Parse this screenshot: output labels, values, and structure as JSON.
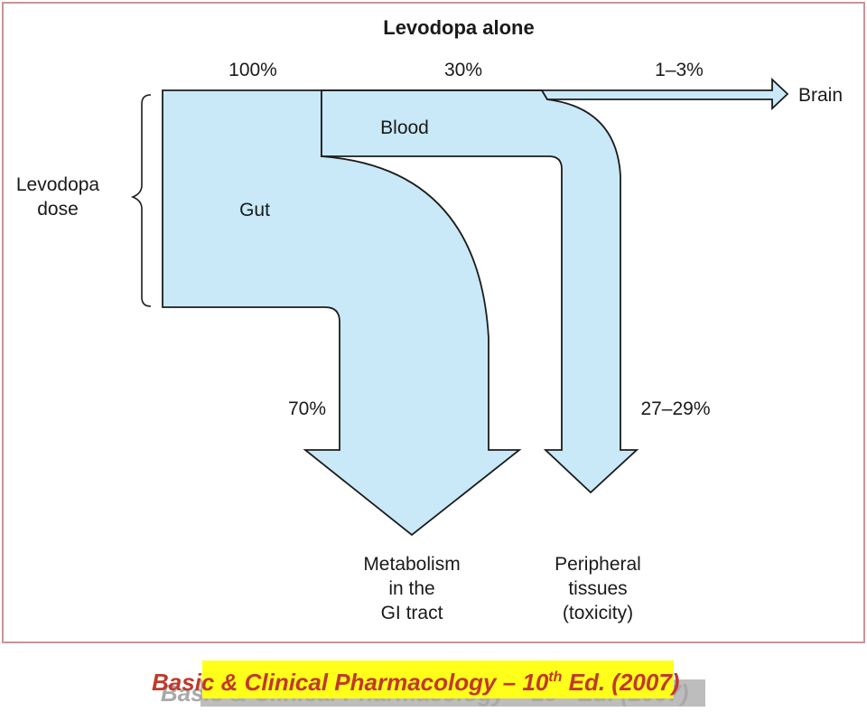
{
  "diagram": {
    "title": "Levodopa alone",
    "side_label": [
      "Levodopa",
      "dose"
    ],
    "top_percents": [
      "100%",
      "30%",
      "1–3%"
    ],
    "brain_label": "Brain",
    "blood_label": "Blood",
    "gut_label": "Gut",
    "gi_percent": "70%",
    "peripheral_percent": "27–29%",
    "gi_outcome": [
      "Metabolism",
      "in the",
      "GI tract"
    ],
    "peripheral_outcome": [
      "Peripheral",
      "tissues",
      "(toxicity)"
    ]
  },
  "caption": {
    "pre": "Basic & Clinical Pharmacology – 10",
    "sup": "th",
    "post": " Ed. (2007)",
    "highlight_color": "#ffff1a",
    "text_color": "#c0392b"
  },
  "colors": {
    "flow_fill": "#c9e9f8",
    "frame": "#c89696"
  }
}
